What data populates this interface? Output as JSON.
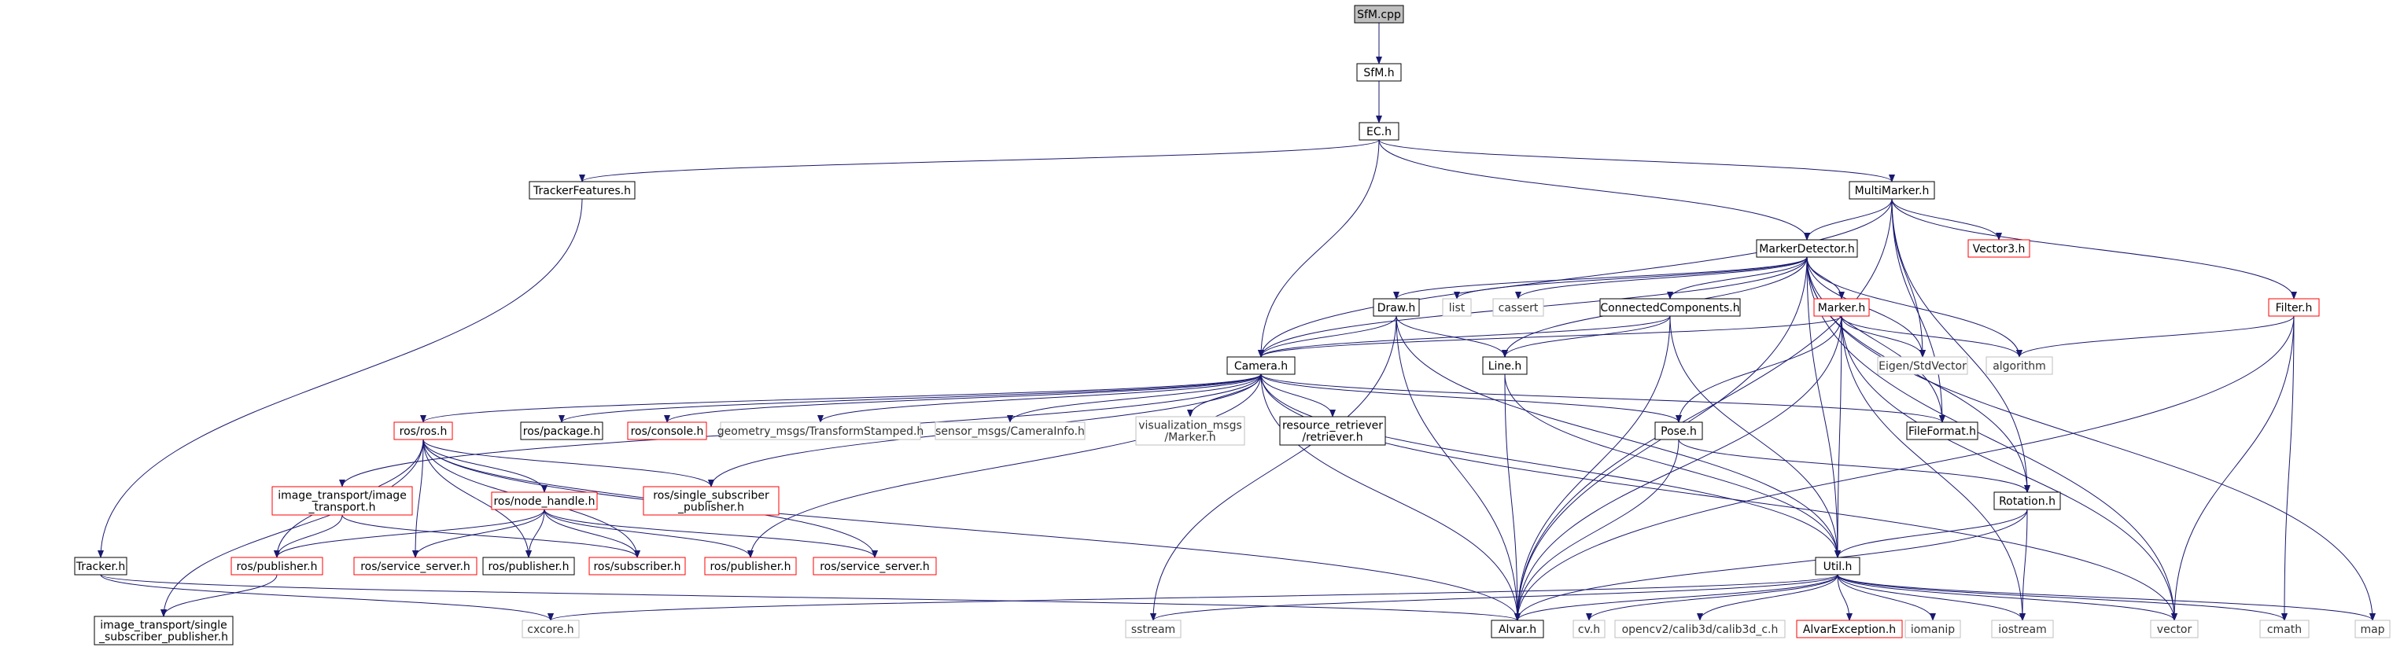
{
  "nodes": {
    "sfm_cpp": {
      "label": "SfM.cpp",
      "kind": "root"
    },
    "sfm_h": {
      "label": "SfM.h",
      "kind": "doc"
    },
    "ec_h": {
      "label": "EC.h",
      "kind": "doc"
    },
    "trackerfeatures_h": {
      "label": "TrackerFeatures.h",
      "kind": "doc"
    },
    "multimarker_h": {
      "label": "MultiMarker.h",
      "kind": "doc"
    },
    "markerdetector_h": {
      "label": "MarkerDetector.h",
      "kind": "doc"
    },
    "vector3_h": {
      "label": "Vector3.h",
      "kind": "trunc"
    },
    "draw_h": {
      "label": "Draw.h",
      "kind": "doc"
    },
    "list": {
      "label": "list",
      "kind": "sys"
    },
    "cassert": {
      "label": "cassert",
      "kind": "sys"
    },
    "connectedcomponents_h": {
      "label": "ConnectedComponents.h",
      "kind": "doc"
    },
    "marker_h": {
      "label": "Marker.h",
      "kind": "trunc"
    },
    "eigen_stdvector": {
      "label": "Eigen/StdVector",
      "kind": "sys"
    },
    "algorithm": {
      "label": "algorithm",
      "kind": "sys"
    },
    "filter_h": {
      "label": "Filter.h",
      "kind": "trunc"
    },
    "camera_h": {
      "label": "Camera.h",
      "kind": "doc"
    },
    "line_h": {
      "label": "Line.h",
      "kind": "doc"
    },
    "ros_ros_h": {
      "label": "ros/ros.h",
      "kind": "trunc"
    },
    "ros_package_h": {
      "label": "ros/package.h",
      "kind": "doc"
    },
    "ros_console_h": {
      "label": "ros/console.h",
      "kind": "trunc"
    },
    "geometry_msgs": {
      "label": "geometry_msgs/TransformStamped.h",
      "kind": "sys"
    },
    "sensor_msgs": {
      "label": "sensor_msgs/CameraInfo.h",
      "kind": "sys"
    },
    "visualization_msgs": {
      "label": "visualization_msgs\n/Marker.h",
      "kind": "sys"
    },
    "resource_retriever": {
      "label": "resource_retriever\n/retriever.h",
      "kind": "doc"
    },
    "pose_h": {
      "label": "Pose.h",
      "kind": "doc"
    },
    "fileformat_h": {
      "label": "FileFormat.h",
      "kind": "doc"
    },
    "image_transport_h": {
      "label": "image_transport/image\n_transport.h",
      "kind": "trunc"
    },
    "ros_node_handle_h": {
      "label": "ros/node_handle.h",
      "kind": "trunc"
    },
    "ros_single_sub_pub_h": {
      "label": "ros/single_subscriber\n_publisher.h",
      "kind": "trunc"
    },
    "rotation_h": {
      "label": "Rotation.h",
      "kind": "doc"
    },
    "tracker_h": {
      "label": "Tracker.h",
      "kind": "doc"
    },
    "ros_publisher_h_1": {
      "label": "ros/publisher.h",
      "kind": "trunc"
    },
    "ros_service_server_h_1": {
      "label": "ros/service_server.h",
      "kind": "trunc"
    },
    "ros_publisher_h_2": {
      "label": "ros/publisher.h",
      "kind": "doc"
    },
    "ros_subscriber_h": {
      "label": "ros/subscriber.h",
      "kind": "trunc"
    },
    "ros_publisher_h_3": {
      "label": "ros/publisher.h",
      "kind": "trunc"
    },
    "ros_service_server_h_2": {
      "label": "ros/service_server.h",
      "kind": "trunc"
    },
    "util_h": {
      "label": "Util.h",
      "kind": "doc"
    },
    "image_transport_single": {
      "label": "image_transport/single\n_subscriber_publisher.h",
      "kind": "doc"
    },
    "cxcore_h": {
      "label": "cxcore.h",
      "kind": "sys"
    },
    "sstream": {
      "label": "sstream",
      "kind": "sys"
    },
    "alvar_h": {
      "label": "Alvar.h",
      "kind": "doc"
    },
    "cv_h": {
      "label": "cv.h",
      "kind": "sys"
    },
    "opencv2_calib3d": {
      "label": "opencv2/calib3d/calib3d_c.h",
      "kind": "sys"
    },
    "alvarexception_h": {
      "label": "AlvarException.h",
      "kind": "trunc"
    },
    "iomanip": {
      "label": "iomanip",
      "kind": "sys"
    },
    "iostream": {
      "label": "iostream",
      "kind": "sys"
    },
    "vector": {
      "label": "vector",
      "kind": "sys"
    },
    "cmath": {
      "label": "cmath",
      "kind": "sys"
    },
    "map": {
      "label": "map",
      "kind": "sys"
    }
  },
  "edges": [
    [
      "sfm_cpp",
      "sfm_h"
    ],
    [
      "sfm_h",
      "ec_h"
    ],
    [
      "ec_h",
      "trackerfeatures_h"
    ],
    [
      "ec_h",
      "multimarker_h"
    ],
    [
      "ec_h",
      "markerdetector_h"
    ],
    [
      "ec_h",
      "camera_h"
    ],
    [
      "trackerfeatures_h",
      "tracker_h"
    ],
    [
      "multimarker_h",
      "markerdetector_h"
    ],
    [
      "multimarker_h",
      "vector3_h"
    ],
    [
      "multimarker_h",
      "filter_h"
    ],
    [
      "multimarker_h",
      "camera_h"
    ],
    [
      "multimarker_h",
      "eigen_stdvector"
    ],
    [
      "multimarker_h",
      "rotation_h"
    ],
    [
      "multimarker_h",
      "alvar_h"
    ],
    [
      "multimarker_h",
      "fileformat_h"
    ],
    [
      "markerdetector_h",
      "draw_h"
    ],
    [
      "markerdetector_h",
      "list"
    ],
    [
      "markerdetector_h",
      "cassert"
    ],
    [
      "markerdetector_h",
      "connectedcomponents_h"
    ],
    [
      "markerdetector_h",
      "marker_h"
    ],
    [
      "markerdetector_h",
      "eigen_stdvector"
    ],
    [
      "markerdetector_h",
      "algorithm"
    ],
    [
      "markerdetector_h",
      "camera_h"
    ],
    [
      "markerdetector_h",
      "line_h"
    ],
    [
      "markerdetector_h",
      "util_h"
    ],
    [
      "markerdetector_h",
      "alvar_h"
    ],
    [
      "markerdetector_h",
      "vector"
    ],
    [
      "markerdetector_h",
      "map"
    ],
    [
      "markerdetector_h",
      "rotation_h"
    ],
    [
      "markerdetector_h",
      "fileformat_h"
    ],
    [
      "draw_h",
      "camera_h"
    ],
    [
      "draw_h",
      "line_h"
    ],
    [
      "draw_h",
      "util_h"
    ],
    [
      "draw_h",
      "alvar_h"
    ],
    [
      "draw_h",
      "sstream"
    ],
    [
      "connectedcomponents_h",
      "camera_h"
    ],
    [
      "connectedcomponents_h",
      "line_h"
    ],
    [
      "connectedcomponents_h",
      "util_h"
    ],
    [
      "connectedcomponents_h",
      "alvar_h"
    ],
    [
      "marker_h",
      "camera_h"
    ],
    [
      "marker_h",
      "eigen_stdvector"
    ],
    [
      "marker_h",
      "algorithm"
    ],
    [
      "marker_h",
      "pose_h"
    ],
    [
      "marker_h",
      "util_h"
    ],
    [
      "marker_h",
      "alvar_h"
    ],
    [
      "marker_h",
      "vector"
    ],
    [
      "marker_h",
      "iostream"
    ],
    [
      "filter_h",
      "algorithm"
    ],
    [
      "filter_h",
      "alvar_h"
    ],
    [
      "filter_h",
      "vector"
    ],
    [
      "filter_h",
      "cmath"
    ],
    [
      "camera_h",
      "ros_ros_h"
    ],
    [
      "camera_h",
      "ros_package_h"
    ],
    [
      "camera_h",
      "ros_console_h"
    ],
    [
      "camera_h",
      "geometry_msgs"
    ],
    [
      "camera_h",
      "sensor_msgs"
    ],
    [
      "camera_h",
      "visualization_msgs"
    ],
    [
      "camera_h",
      "resource_retriever"
    ],
    [
      "camera_h",
      "pose_h"
    ],
    [
      "camera_h",
      "fileformat_h"
    ],
    [
      "camera_h",
      "image_transport_h"
    ],
    [
      "camera_h",
      "util_h"
    ],
    [
      "camera_h",
      "alvar_h"
    ],
    [
      "camera_h",
      "vector"
    ],
    [
      "camera_h",
      "ros_single_sub_pub_h"
    ],
    [
      "camera_h",
      "ros_publisher_h_3"
    ],
    [
      "line_h",
      "util_h"
    ],
    [
      "line_h",
      "alvar_h"
    ],
    [
      "ros_ros_h",
      "ros_node_handle_h"
    ],
    [
      "ros_ros_h",
      "ros_single_sub_pub_h"
    ],
    [
      "ros_ros_h",
      "ros_publisher_h_1"
    ],
    [
      "ros_ros_h",
      "ros_service_server_h_1"
    ],
    [
      "ros_ros_h",
      "ros_publisher_h_2"
    ],
    [
      "ros_ros_h",
      "ros_subscriber_h"
    ],
    [
      "ros_ros_h",
      "ros_service_server_h_2"
    ],
    [
      "ros_ros_h",
      "image_transport_single"
    ],
    [
      "ros_ros_h",
      "alvar_h"
    ],
    [
      "pose_h",
      "rotation_h"
    ],
    [
      "pose_h",
      "alvar_h"
    ],
    [
      "image_transport_h",
      "ros_publisher_h_1"
    ],
    [
      "image_transport_h",
      "ros_subscriber_h"
    ],
    [
      "ros_node_handle_h",
      "ros_publisher_h_1"
    ],
    [
      "ros_node_handle_h",
      "ros_service_server_h_1"
    ],
    [
      "ros_node_handle_h",
      "ros_publisher_h_2"
    ],
    [
      "ros_node_handle_h",
      "ros_subscriber_h"
    ],
    [
      "ros_node_handle_h",
      "ros_publisher_h_3"
    ],
    [
      "ros_node_handle_h",
      "ros_service_server_h_2"
    ],
    [
      "rotation_h",
      "util_h"
    ],
    [
      "rotation_h",
      "alvar_h"
    ],
    [
      "rotation_h",
      "iostream"
    ],
    [
      "tracker_h",
      "alvar_h"
    ],
    [
      "tracker_h",
      "cxcore_h"
    ],
    [
      "ros_publisher_h_1",
      "image_transport_single"
    ],
    [
      "util_h",
      "alvar_h"
    ],
    [
      "util_h",
      "cxcore_h"
    ],
    [
      "util_h",
      "sstream"
    ],
    [
      "util_h",
      "cv_h"
    ],
    [
      "util_h",
      "opencv2_calib3d"
    ],
    [
      "util_h",
      "alvarexception_h"
    ],
    [
      "util_h",
      "iomanip"
    ],
    [
      "util_h",
      "iostream"
    ],
    [
      "util_h",
      "vector"
    ],
    [
      "util_h",
      "cmath"
    ],
    [
      "util_h",
      "map"
    ]
  ]
}
